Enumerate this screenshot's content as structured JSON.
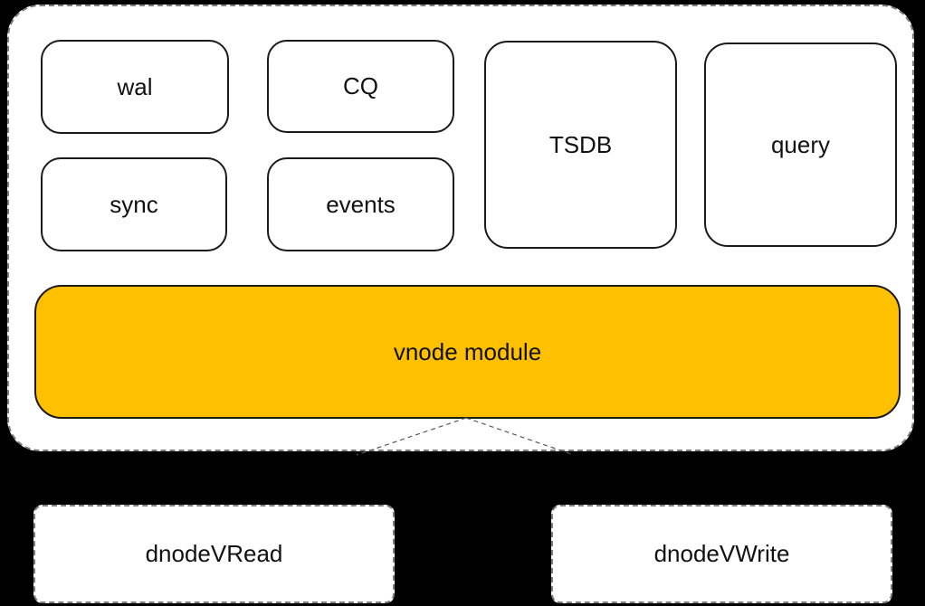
{
  "colors": {
    "background": "#000000",
    "panel-fill": "#ffffff",
    "panel-border": "#7f7f7f",
    "box-border": "#1a1a1a",
    "accent": "#ffc000",
    "connector": "#595959",
    "text": "#111111"
  },
  "diagram": {
    "modules": {
      "wal": "wal",
      "cq": "CQ",
      "sync": "sync",
      "events": "events",
      "tsdb": "TSDB",
      "query": "query"
    },
    "vnode_module": "vnode module",
    "dnode_read": "dnodeVRead",
    "dnode_write": "dnodeVWrite"
  }
}
